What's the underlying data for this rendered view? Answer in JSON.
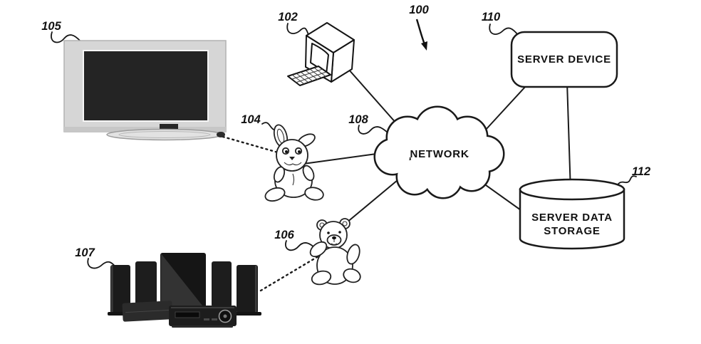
{
  "figure": {
    "id_label": "100",
    "reference_labels": {
      "computer": "102",
      "bunny_toy": "104",
      "television": "105",
      "teddy_bear_toy": "106",
      "home_theater": "107",
      "network": "108",
      "server_device": "110",
      "server_data_storage": "112"
    },
    "nodes": {
      "network": "NETWORK",
      "server_device": "SERVER DEVICE",
      "server_data_storage_line1": "SERVER DATA",
      "server_data_storage_line2": "STORAGE"
    },
    "colors": {
      "line": "#1a1a1a",
      "background": "#ffffff",
      "tv_bezel": "#d6d6d6",
      "tv_screen": "#242424",
      "speaker_dark": "#1b1b1b"
    }
  }
}
